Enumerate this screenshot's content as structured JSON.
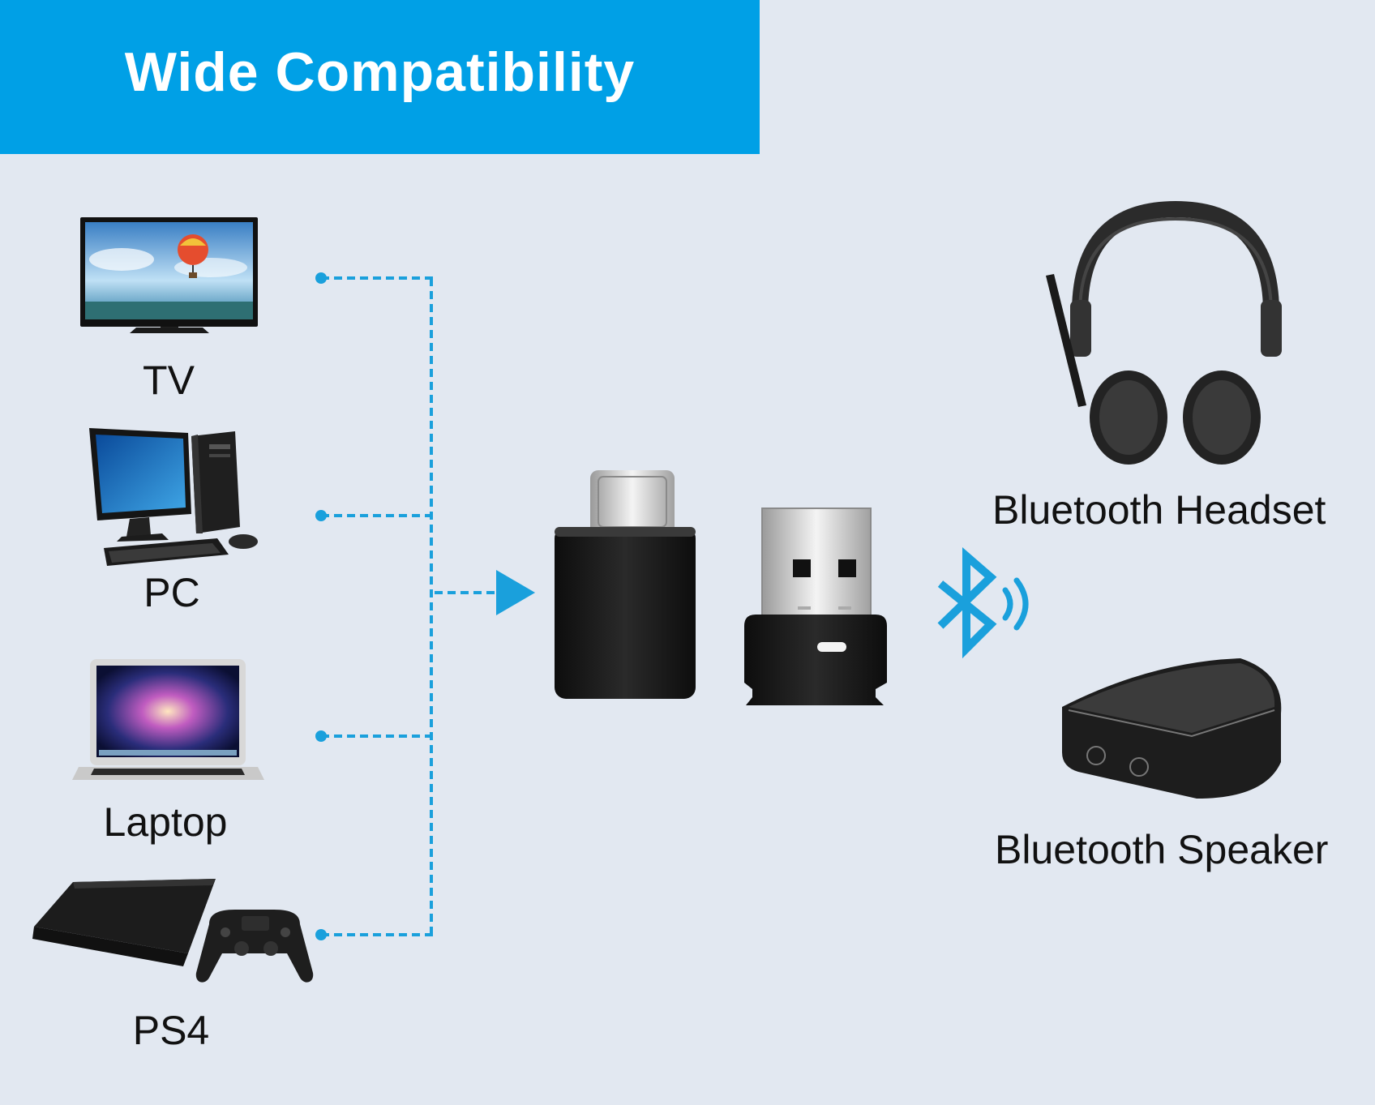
{
  "banner": {
    "title": "Wide Compatibility"
  },
  "sources": [
    {
      "label": "TV",
      "icon": "tv-icon"
    },
    {
      "label": "PC",
      "icon": "pc-icon"
    },
    {
      "label": "Laptop",
      "icon": "laptop-icon"
    },
    {
      "label": "PS4",
      "icon": "ps4-icon"
    }
  ],
  "targets": [
    {
      "label": "Bluetooth Headset",
      "icon": "headset-icon"
    },
    {
      "label": "Bluetooth Speaker",
      "icon": "speaker-icon"
    }
  ],
  "colors": {
    "accent": "#00a0e6",
    "background": "#e2e8f1",
    "dash": "#1aa0dc",
    "device": "#1b1b1b"
  }
}
